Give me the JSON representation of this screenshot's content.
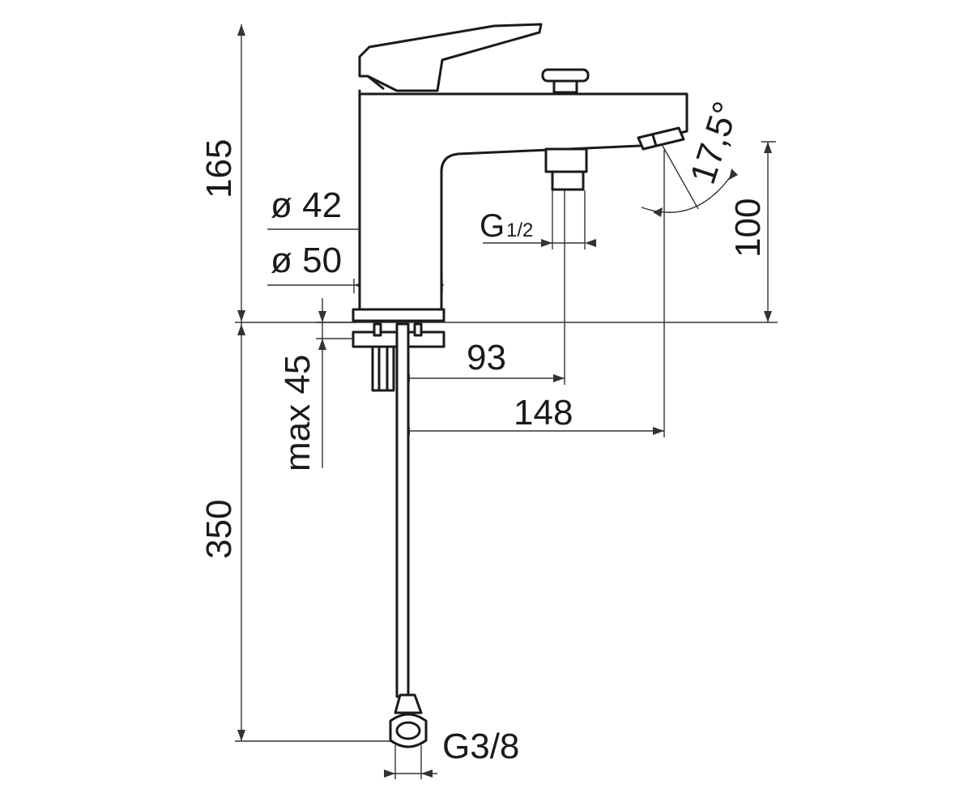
{
  "dimensions": {
    "height_total": "165",
    "diameter_spout_base": "ø 42",
    "diameter_base": "ø 50",
    "thread_outlet": "G",
    "thread_outlet_fraction": "1/2",
    "angle": "17,5°",
    "outlet_height": "100",
    "max_deck_thickness": "max 45",
    "outlet_distance": "93",
    "spout_reach": "148",
    "hose_length": "350",
    "hose_thread": "G3/8"
  },
  "colors": {
    "line": "#1a1a1a",
    "background": "#ffffff"
  }
}
